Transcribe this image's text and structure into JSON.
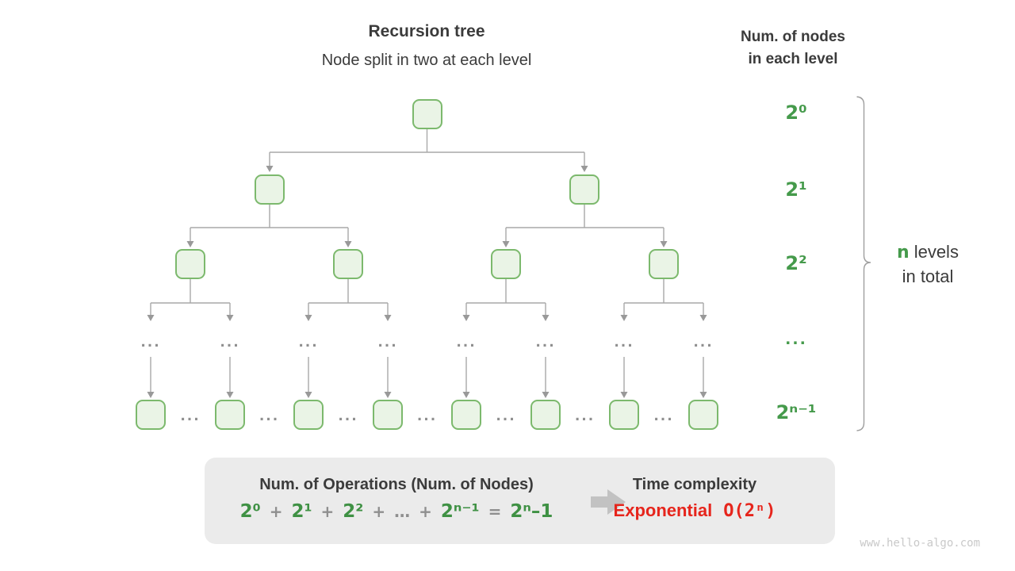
{
  "header": {
    "title": "Recursion tree",
    "subtitle": "Node split in two at each level",
    "right_title_line1": "Num. of nodes",
    "right_title_line2": "in each level"
  },
  "level_labels": [
    "2⁰",
    "2¹",
    "2²",
    "...",
    "2ⁿ⁻¹"
  ],
  "tree": {
    "ellipsis": "..."
  },
  "brace_caption": {
    "n": "n",
    "word": "levels",
    "line2": "in total"
  },
  "summary": {
    "operations_title": "Num. of Operations (Num. of Nodes)",
    "formula": {
      "t1": "2⁰",
      "op1": "+",
      "t2": "2¹",
      "op2": "+",
      "t3": "2²",
      "op3": "+",
      "dots": "…",
      "op4": "+",
      "t4": "2ⁿ⁻¹",
      "eq": "=",
      "t5": "2ⁿ–1"
    },
    "time_title": "Time complexity",
    "complexity_word": "Exponential",
    "complexity_big_o": "O(2ⁿ)"
  },
  "watermark": "www.hello-algo.com",
  "colors": {
    "green": "#459a4b",
    "node_fill": "#eaf4e6",
    "node_border": "#7cb96d",
    "line_gray": "#a9a9a9",
    "box_gray": "#ebebeb",
    "red": "#e6251c"
  }
}
